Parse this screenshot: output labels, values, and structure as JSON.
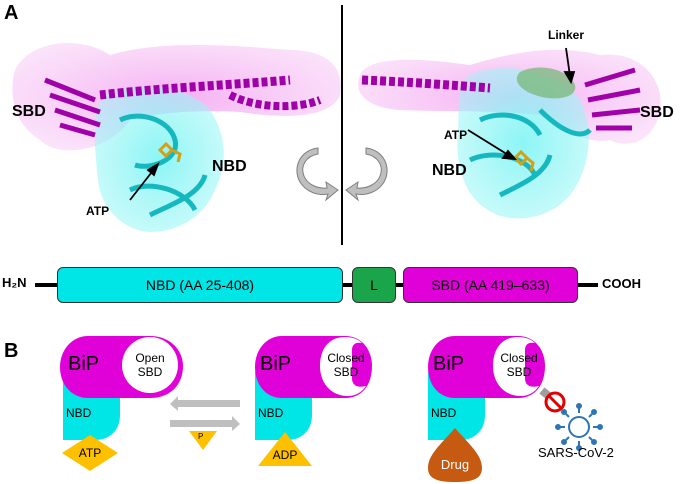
{
  "panel_a": {
    "letter": "A",
    "left_structure": {
      "sbd": "SBD",
      "nbd": "NBD",
      "atp": "ATP"
    },
    "right_structure": {
      "linker": "Linker",
      "atp": "ATP",
      "nbd": "NBD",
      "sbd": "SBD"
    },
    "domain_bar": {
      "n_term": "H₂N",
      "c_term": "COOH",
      "nbd": "NBD (AA 25-408)",
      "linker": "L",
      "sbd": "SBD (AA 419–633)"
    }
  },
  "panel_b": {
    "letter": "B",
    "state1": {
      "protein": "BiP",
      "sbd_line1": "Open",
      "sbd_line2": "SBD",
      "nbd": "NBD",
      "ligand": "ATP"
    },
    "arrow_label": "P",
    "state2": {
      "protein": "BiP",
      "sbd_line1": "Closed",
      "sbd_line2": "SBD",
      "nbd": "NBD",
      "ligand": "ADP"
    },
    "state3": {
      "protein": "BiP",
      "sbd_line1": "Closed",
      "sbd_line2": "SBD",
      "nbd": "NBD",
      "ligand": "Drug",
      "virus": "SARS-CoV-2"
    }
  },
  "colors": {
    "nbd": "#00e5e5",
    "sbd": "#e000d8",
    "linker": "#1aa54a",
    "ligand": "#ffc000",
    "drug": "#c65a11",
    "virus": "#2e75b6",
    "structure_nbd": "#16b8c0",
    "structure_sbd": "#a000a8"
  }
}
